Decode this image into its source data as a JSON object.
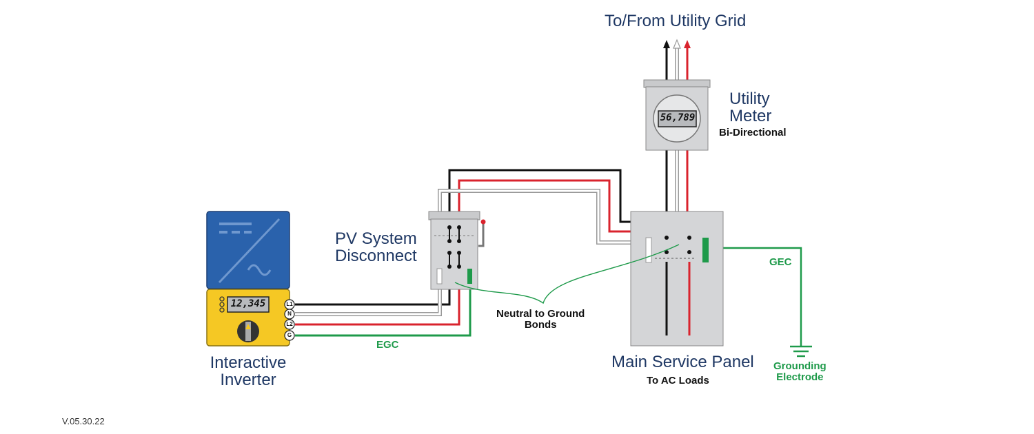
{
  "labels": {
    "grid": "To/From Utility Grid",
    "meter_title_line1": "Utility",
    "meter_title_line2": "Meter",
    "meter_subtitle": "Bi-Directional",
    "disconnect_line1": "PV System",
    "disconnect_line2": "Disconnect",
    "inverter_line1": "Interactive",
    "inverter_line2": "Inverter",
    "panel_title": "Main Service Panel",
    "panel_subtitle": "To AC Loads",
    "bonds_line1": "Neutral to Ground",
    "bonds_line2": "Bonds",
    "gec": "GEC",
    "egc": "EGC",
    "electrode_line1": "Grounding",
    "electrode_line2": "Electrode",
    "version": "V.05.30.22"
  },
  "meter": {
    "reading": "56,789"
  },
  "inverter": {
    "reading": "12,345",
    "terminals": [
      "L1",
      "N",
      "L2",
      "G"
    ]
  },
  "colors": {
    "line1": "#111111",
    "neutral": "#ffffff",
    "neutral_outline": "#9a9a9a",
    "line2": "#d9232d",
    "ground": "#1e9a4a",
    "inverter_blue": "#2a62ac",
    "inverter_yellow": "#f5c824",
    "box_gray": "#d4d5d7",
    "title_navy": "#1f3864"
  }
}
